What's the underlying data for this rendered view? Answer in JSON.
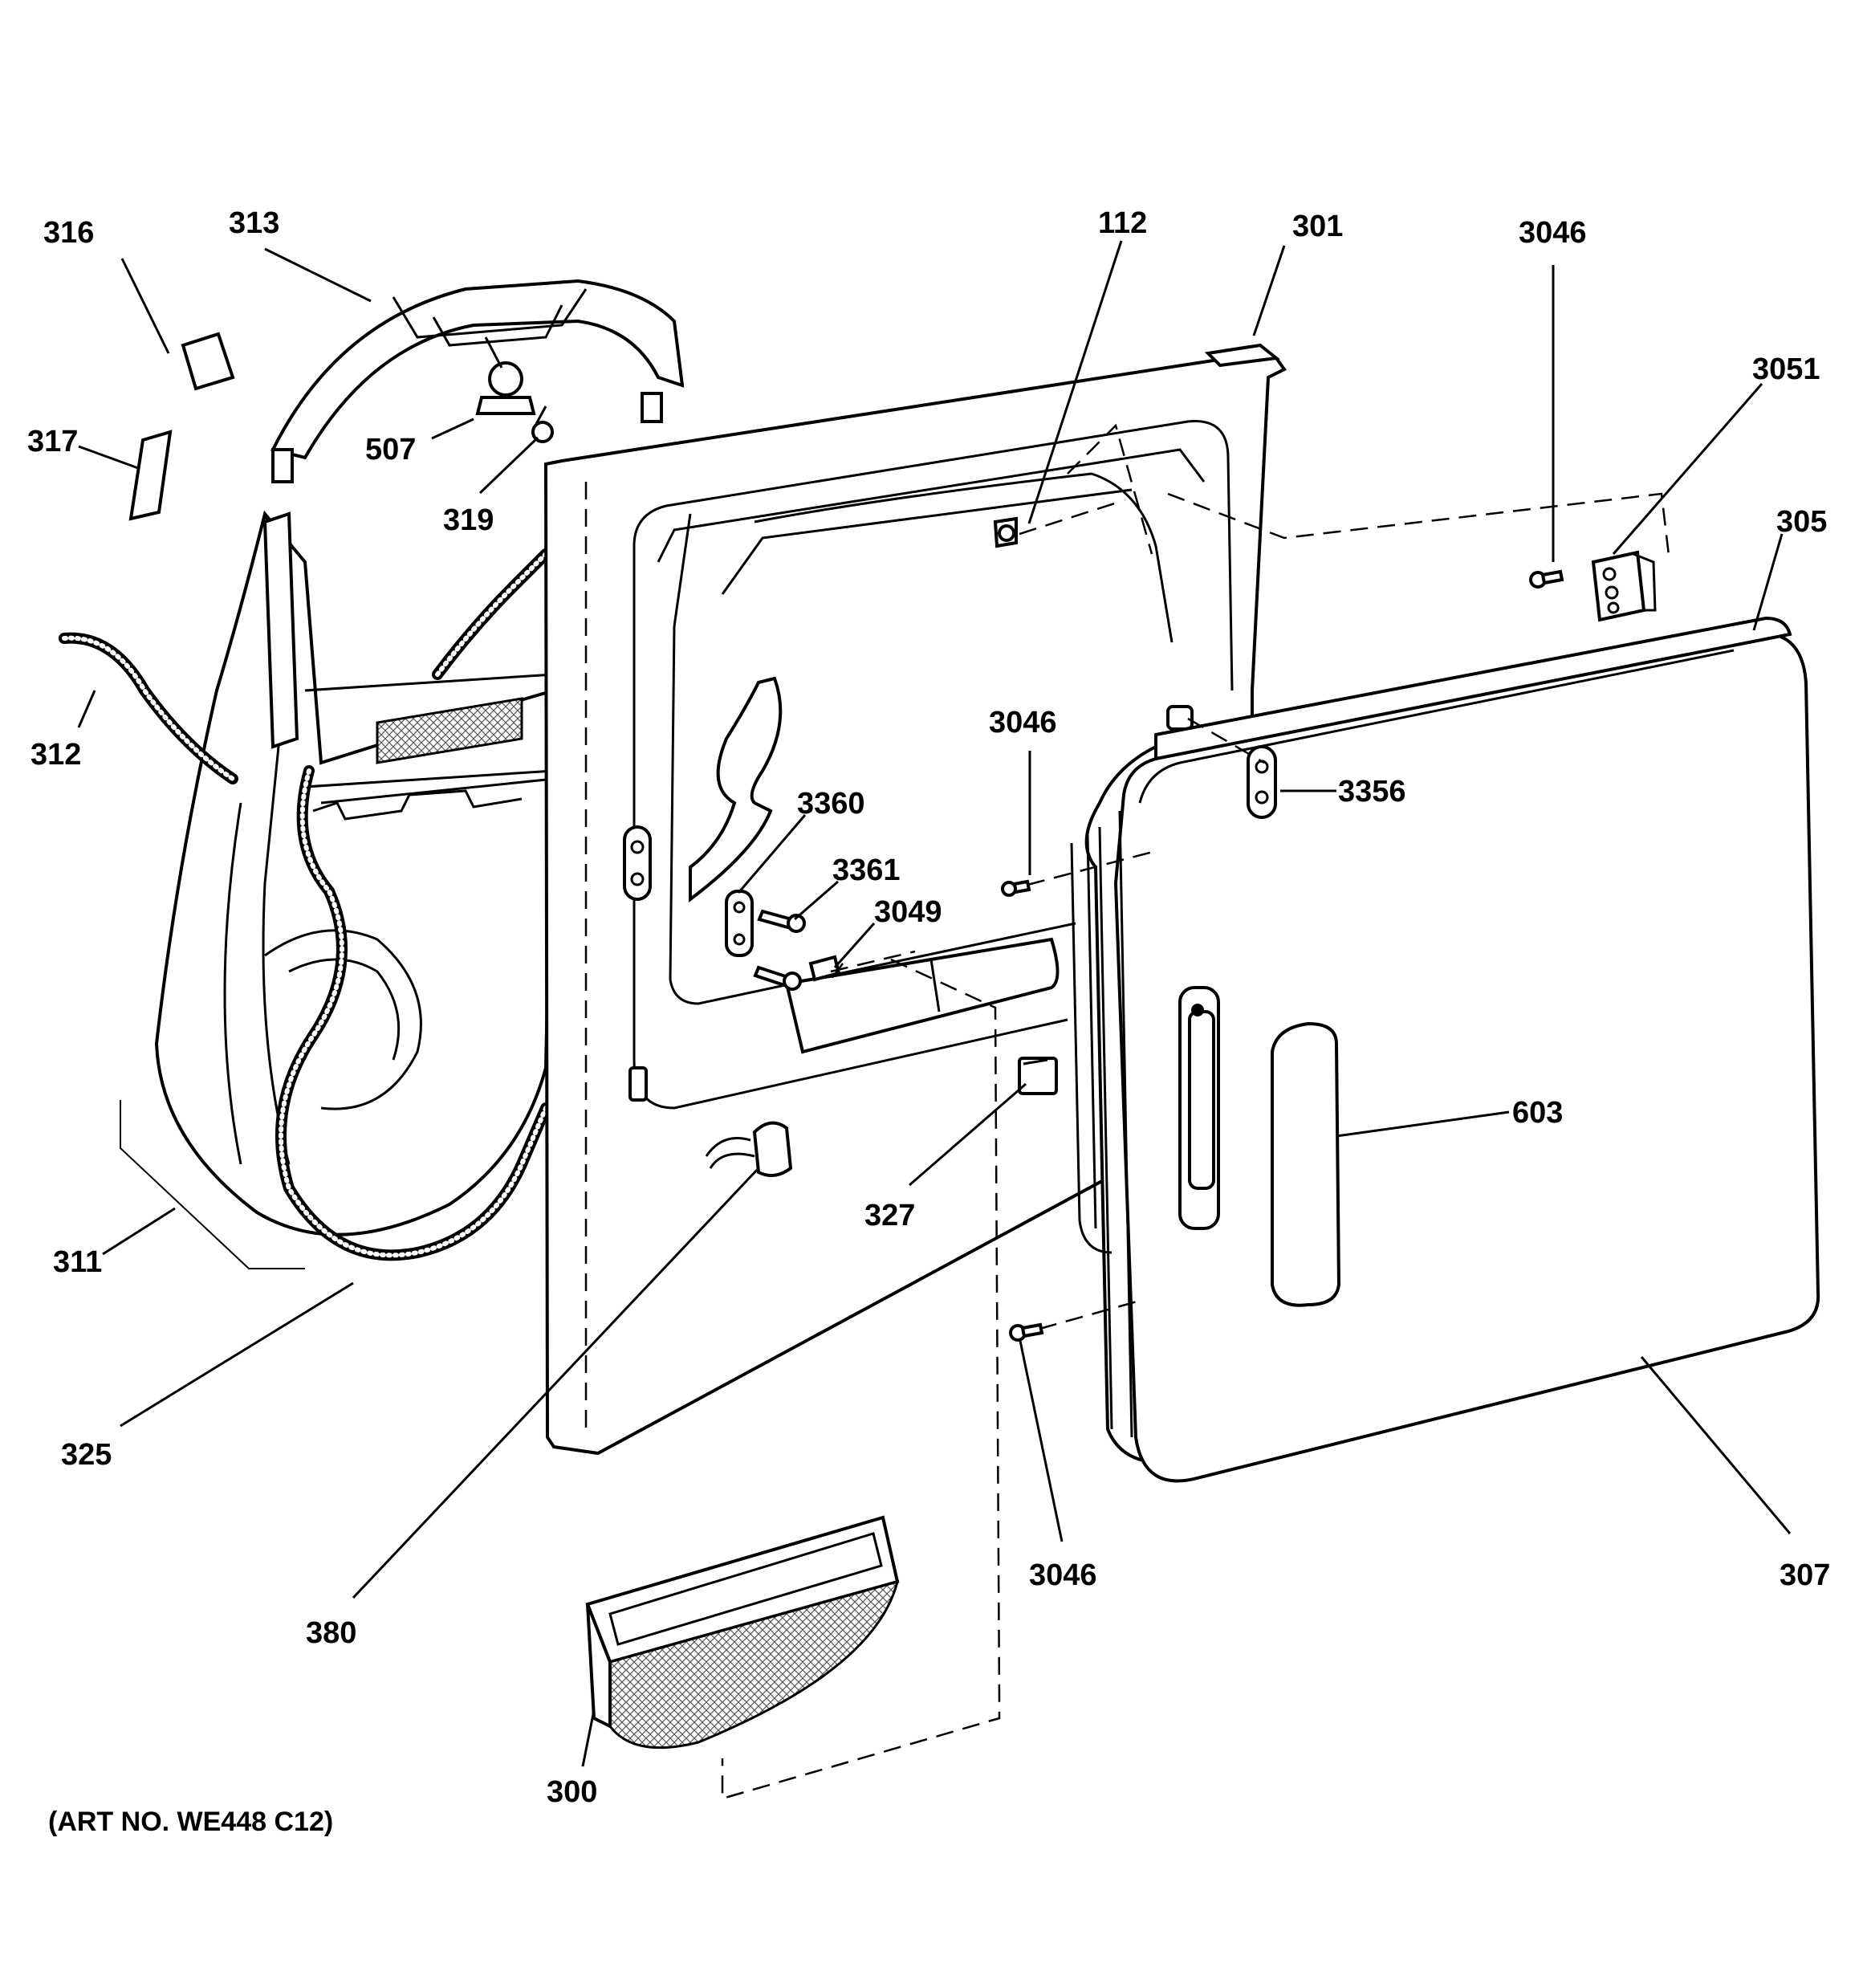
{
  "diagram": {
    "callouts": {
      "c316": "316",
      "c313": "313",
      "c317": "317",
      "c507": "507",
      "c319": "319",
      "c312": "312",
      "c311": "311",
      "c325": "325",
      "c380": "380",
      "c300": "300",
      "c112": "112",
      "c301": "301",
      "c3046_top": "3046",
      "c3051": "3051",
      "c305": "305",
      "c3046_mid": "3046",
      "c3356": "3356",
      "c3360": "3360",
      "c3361": "3361",
      "c3049": "3049",
      "c603": "603",
      "c327": "327",
      "c3046_bottom": "3046",
      "c307": "307"
    },
    "art_number": "(ART NO. WE448 C12)"
  }
}
